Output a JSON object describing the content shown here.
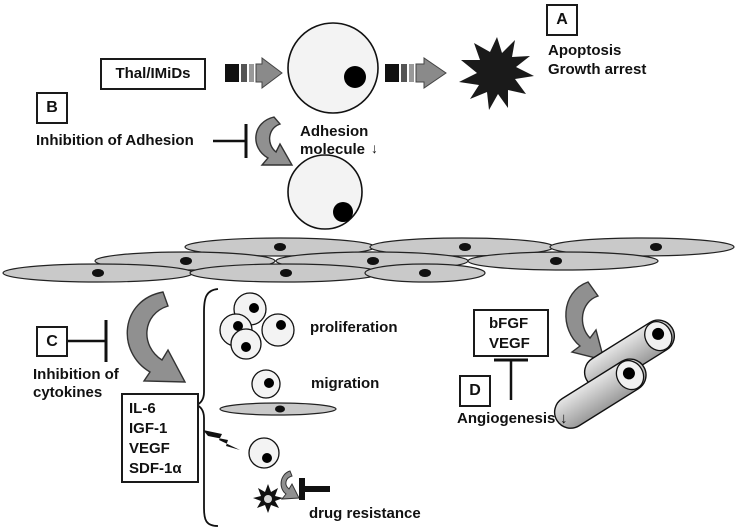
{
  "colors": {
    "ink": "#111111",
    "cell_fill": "#f2f2f2",
    "endothelial_fill": "#c8c8c8",
    "arrow_gray": "#8e8e8e",
    "nucleus": "#000000"
  },
  "panels": {
    "a": "A",
    "b": "B",
    "c": "C",
    "d": "D"
  },
  "top": {
    "drug_label": "Thal/IMiDs",
    "outcome_line1": "Apoptosis",
    "outcome_line2": "Growth arrest"
  },
  "adhesion": {
    "inhibition_label": "Inhibition of Adhesion",
    "molecule_line1": "Adhesion",
    "molecule_line2": "molecule",
    "down_arrow": "↓"
  },
  "cytokines": {
    "inhibition_line1": "Inhibition of",
    "inhibition_line2": "cytokines",
    "list": [
      "IL-6",
      "IGF-1",
      "VEGF",
      "SDF-1α"
    ]
  },
  "effects": {
    "proliferation": "proliferation",
    "migration": "migration",
    "drug_resistance": "drug resistance"
  },
  "angiogenesis": {
    "factors": [
      "bFGF",
      "VEGF"
    ],
    "label": "Angiogenesis",
    "down_arrow": "↓"
  },
  "icons": [
    "block-arrow",
    "inhibition-bar",
    "starburst",
    "lightning-bolt",
    "curved-arrow",
    "myeloma-cell",
    "endothelial-cell",
    "blood-vessel"
  ]
}
